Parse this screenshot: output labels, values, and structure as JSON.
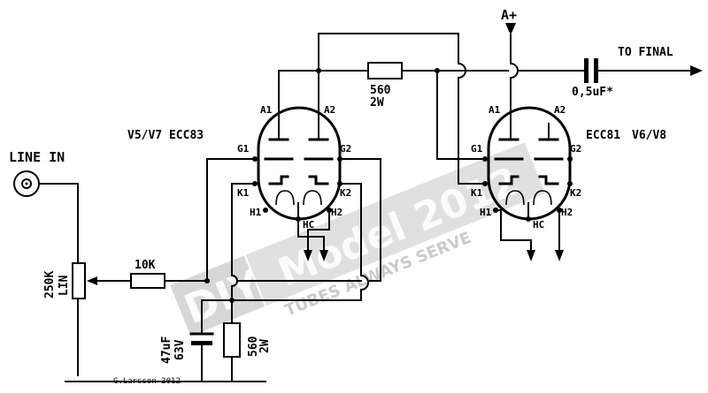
{
  "labels": {
    "line_in": "LINE IN",
    "pot_value": "250K",
    "pot_taper": "LIN",
    "series_res": "10K",
    "plate_res_value": "560",
    "plate_res_power": "2W",
    "cap_value": "47uF",
    "cap_voltage": "63V",
    "cathode_res_value": "560",
    "cathode_res_power": "2W",
    "supply": "A+",
    "output": "TO FINAL",
    "coupling_cap": "0,5uF*",
    "tube_left": "V5/V7 ECC83",
    "tube_right_type": "ECC81",
    "tube_right_ref": "V6/V8",
    "signature": "G.Larsson 2012"
  },
  "pins": {
    "a1": "A1",
    "a2": "A2",
    "g1": "G1",
    "g2": "G2",
    "k1": "K1",
    "k2": "K2",
    "h1": "H1",
    "h2": "H2",
    "hc": "HC"
  },
  "watermark": {
    "brand": "DIY",
    "model": "Model 2012",
    "slogan": "TUBES ALWAYS SERVE"
  }
}
